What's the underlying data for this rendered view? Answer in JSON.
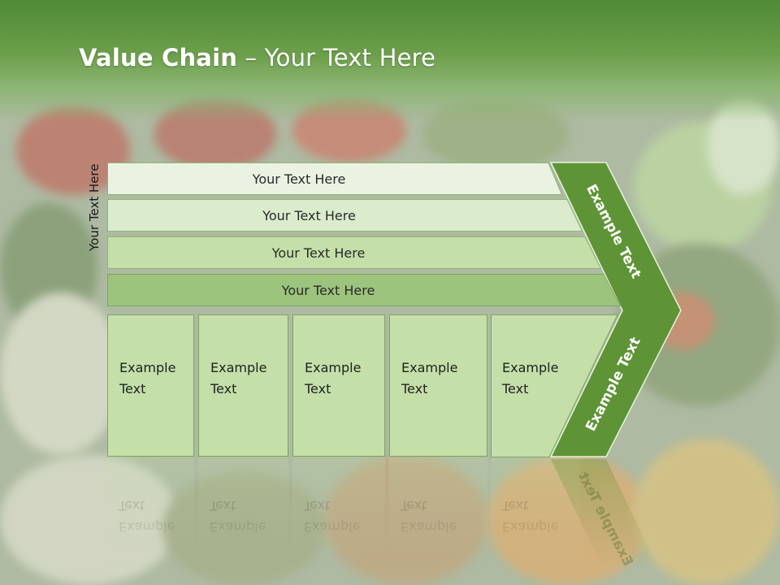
{
  "slide": {
    "title_bold": "Value Chain",
    "title_rest": " – Your Text Here"
  },
  "diagram": {
    "side_label": "Your Text Here",
    "rows": [
      {
        "label": "Your Text Here",
        "fill": "#eaf3e2"
      },
      {
        "label": "Your Text Here",
        "fill": "#dbeccd"
      },
      {
        "label": "Your Text Here",
        "fill": "#c4dfa8"
      },
      {
        "label": "Your Text Here",
        "fill": "#9cc47d"
      }
    ],
    "boxes": [
      {
        "line1": "Example",
        "line2": "Text"
      },
      {
        "line1": "Example",
        "line2": "Text"
      },
      {
        "line1": "Example",
        "line2": "Text"
      },
      {
        "line1": "Example",
        "line2": "Text"
      },
      {
        "line1": "Example",
        "line2": "Text"
      }
    ],
    "chevron_upper": "Example Text",
    "chevron_lower": "Example Text",
    "colors": {
      "header_green": "#5a9339",
      "chevron_green": "#5e9436",
      "box_fill": "#c4dfa8",
      "box_border": "#7ea464"
    }
  }
}
